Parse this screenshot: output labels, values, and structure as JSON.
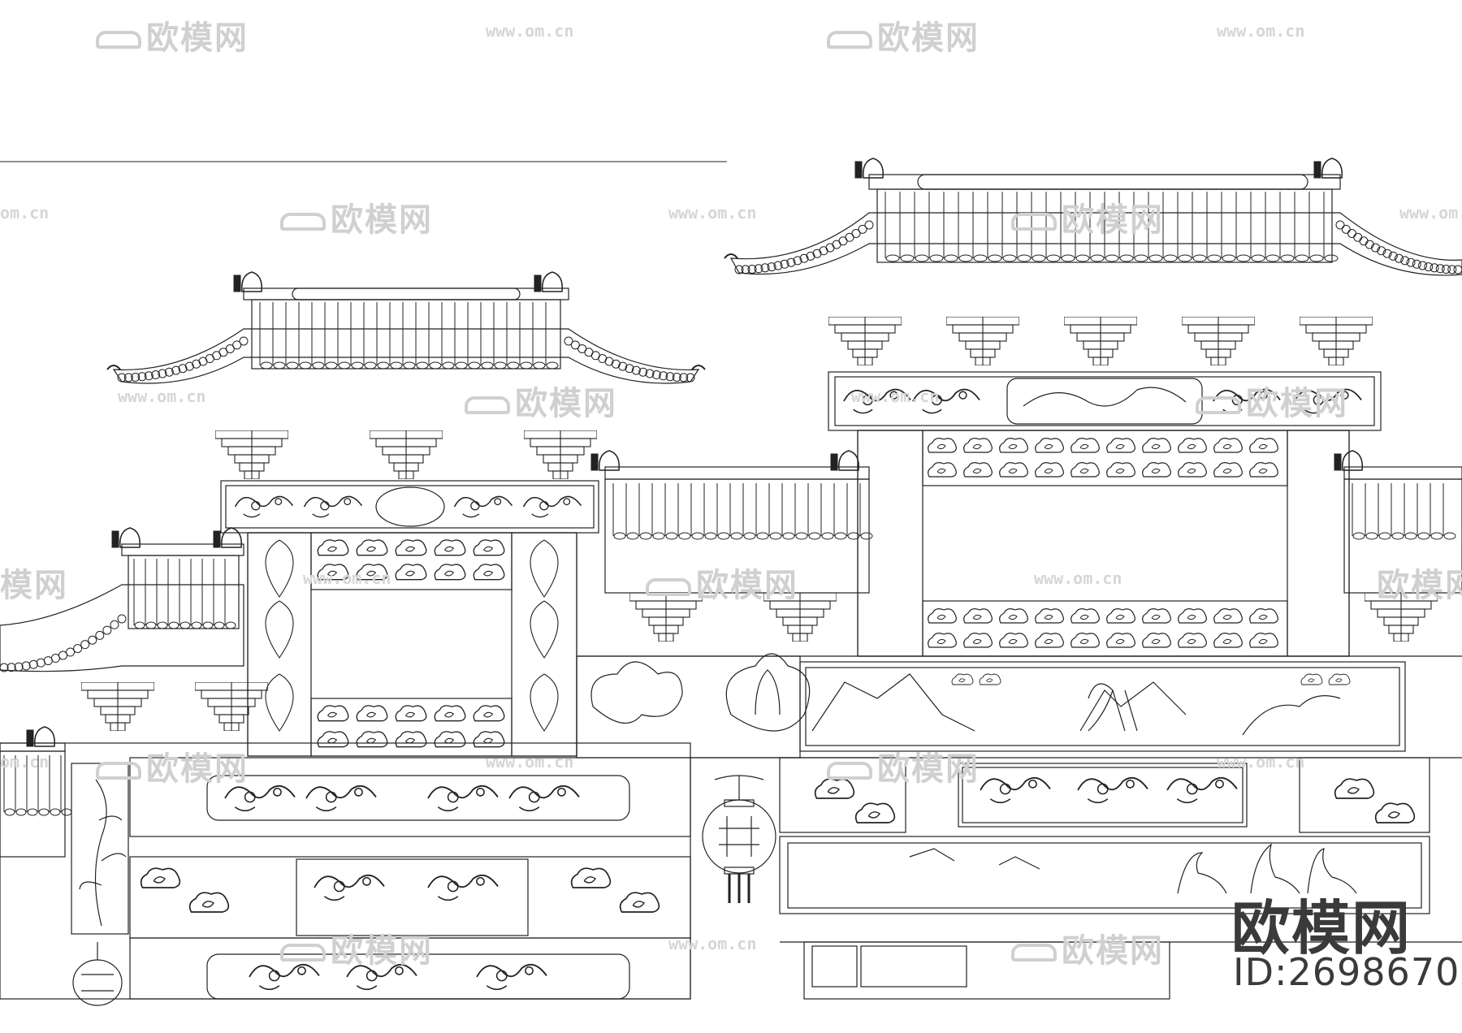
{
  "watermark": {
    "logo_text": "欧模网",
    "logo_partial": "模网",
    "url_text": "www.om.cn",
    "url_partial": "om.cn"
  },
  "brand": {
    "name": "欧模网",
    "id_label": "ID:2698670"
  },
  "colors": {
    "line": "#222222",
    "background": "#ffffff",
    "watermark": "#d0d0d0"
  }
}
